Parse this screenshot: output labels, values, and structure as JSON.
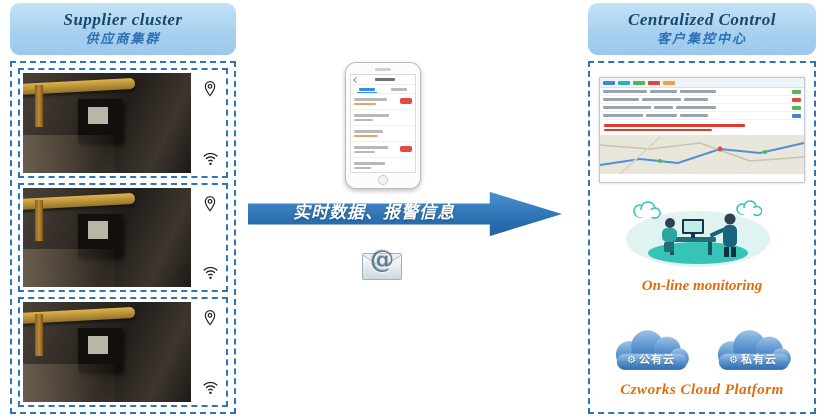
{
  "colors": {
    "accent_blue": "#2e75b6",
    "header_fill": "#a6d0ef",
    "title_navy": "#17486e",
    "orange": "#e36c09",
    "cloud_blue": "#2d6bb0",
    "teal": "#35c4b5",
    "alert_red": "#e5493d"
  },
  "left_panel": {
    "title": "Supplier cluster",
    "subtitle": "供应商集群",
    "sites": [
      {
        "icons": [
          "location-pin",
          "wifi"
        ]
      },
      {
        "icons": [
          "location-pin",
          "wifi"
        ]
      },
      {
        "icons": [
          "location-pin",
          "wifi"
        ]
      }
    ]
  },
  "flow": {
    "arrow_label": "实时数据、报警信息",
    "email_symbol": "@"
  },
  "right_panel": {
    "title": "Centralized Control",
    "subtitle": "客户集控中心",
    "online_monitoring_label": "On-line monitoring",
    "cloud_icon_glyph": "⚙",
    "clouds": [
      {
        "label": "公有云"
      },
      {
        "label": "私有云"
      }
    ],
    "platform_label": "Czworks Cloud Platform"
  }
}
